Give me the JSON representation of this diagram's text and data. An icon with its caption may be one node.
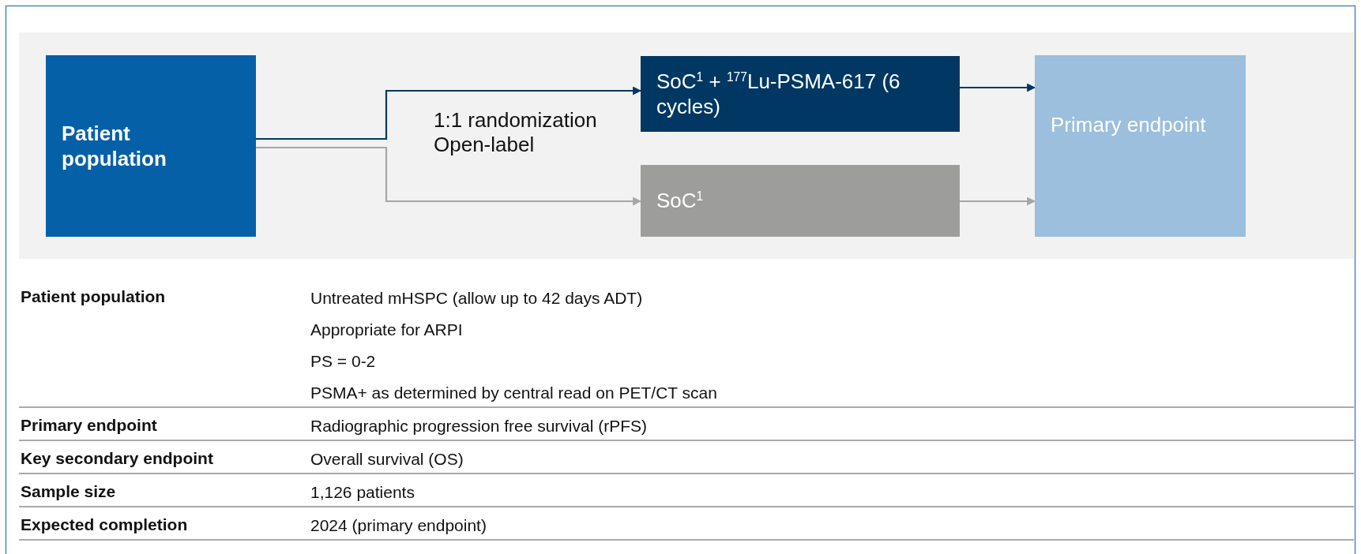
{
  "diagram": {
    "nodes": [
      {
        "text": [
          "Patient population"
        ]
      },
      {
        "text": [
          "SoC$^{1}$ + $^{177}$Lu-PSMA-617 (6 cycles)"
        ]
      },
      {
        "text": [
          "SoC$^{1}$"
        ]
      },
      {
        "text": [
          "Primary endpoint"
        ]
      }
    ],
    "edges": [
      {
        "from": 0,
        "to": 1,
        "arrow": "to",
        "color": "#003863"
      },
      {
        "from": 0,
        "to": 2,
        "arrow": "to",
        "color": "#a6a6a6"
      },
      {
        "from": 1,
        "to": 3,
        "arrow": "to",
        "color": "#003863"
      },
      {
        "from": 2,
        "to": 3,
        "arrow": "to",
        "color": "#a6a6a6"
      }
    ],
    "labels": [
      "1:1 randomization Open-label",
      "Patient population",
      "Untreated mHSPC (allow up to 42 days ADT)",
      "Appropriate for ARPI",
      "PS = 0-2",
      "PSMA+ as determined by central read on PET/CT scan",
      "Primary endpoint",
      "Radiographic progression free survival (rPFS)",
      "Key secondary endpoint",
      "Overall survival (OS)",
      "Sample size",
      "1,126 patients",
      "Expected completion",
      "2024 (primary endpoint)"
    ]
  }
}
